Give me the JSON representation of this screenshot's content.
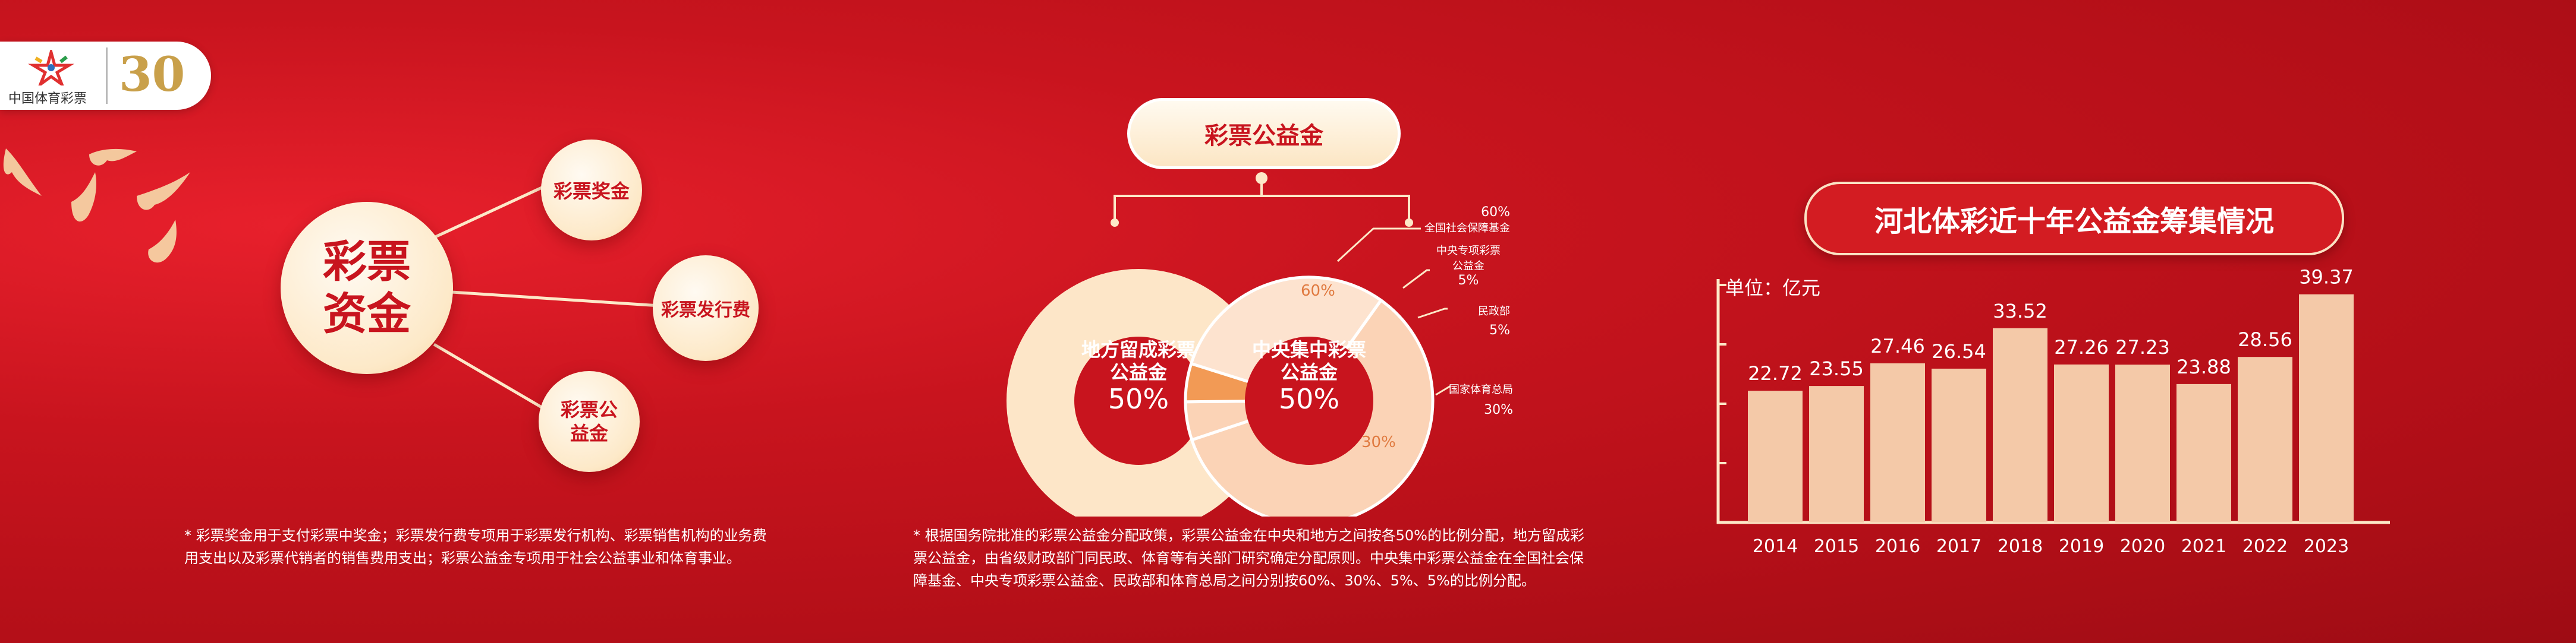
{
  "logo": {
    "brand_text": "中国体育彩票",
    "anniversary": "30"
  },
  "left_diagram": {
    "center": "彩票资金",
    "branches": [
      "彩票奖金",
      "彩票发行费",
      "彩票公益金"
    ],
    "note": "* 彩票奖金用于支付彩票中奖金；彩票发行费专项用于彩票发行机构、彩票销售机构的业务费用支出以及彩票代销者的销售费用支出；彩票公益金专项用于社会公益事业和体育事业。"
  },
  "middle_diagram": {
    "title": "彩票公益金",
    "local": {
      "label": "地方留成彩票公益金",
      "percent": "50%"
    },
    "central": {
      "label": "中央集中彩票公益金",
      "percent": "50%"
    },
    "slices": [
      {
        "name": "全国社会保障基金",
        "percent": "60%",
        "value": 60,
        "color": "#fbd3b6"
      },
      {
        "name": "中央专项彩票公益金",
        "percent": "5%",
        "value": 5,
        "color": "#fbd3b6"
      },
      {
        "name": "民政部",
        "percent": "5%",
        "value": 5,
        "color": "#f29a55"
      },
      {
        "name": "国家体育总局",
        "percent": "30%",
        "value": 30,
        "color": "#fde3cf"
      }
    ],
    "inner_labels": {
      "social": "60%",
      "sport": "30%"
    },
    "note": "* 根据国务院批准的彩票公益金分配政策，彩票公益金在中央和地方之间按各50%的比例分配，地方留成彩票公益金，由省级财政部门同民政、体育等有关部门研究确定分配原则。中央集中彩票公益金在全国社会保障基金、中央专项彩票公益金、民政部和体育总局之间分别按60%、30%、5%、5%的比例分配。"
  },
  "chart_data": {
    "type": "bar",
    "title": "河北体彩近十年公益金筹集情况",
    "unit_label": "单位：亿元",
    "categories": [
      "2014",
      "2015",
      "2016",
      "2017",
      "2018",
      "2019",
      "2020",
      "2021",
      "2022",
      "2023"
    ],
    "values": [
      22.72,
      23.55,
      27.46,
      26.54,
      33.52,
      27.26,
      27.23,
      23.88,
      28.56,
      39.37
    ],
    "ylim": [
      0,
      42
    ],
    "bar_color": "#f4c9a8",
    "grid": false
  }
}
